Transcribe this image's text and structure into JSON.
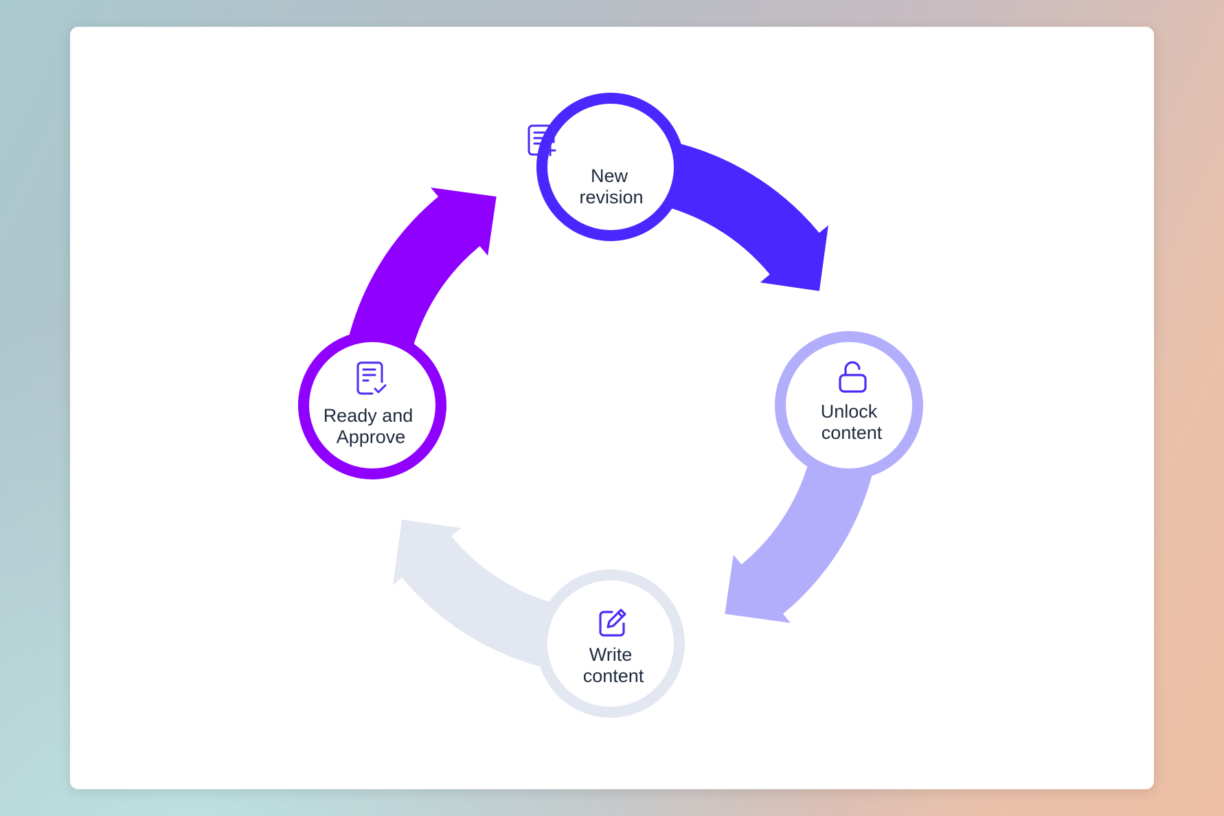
{
  "diagram": {
    "type": "cycle",
    "steps": [
      {
        "id": "new_revision",
        "line1": "New",
        "line2": "revision",
        "icon": "document-plus-icon",
        "color": "#4a27ff"
      },
      {
        "id": "unlock_content",
        "line1": "Unlock",
        "line2": "content",
        "icon": "unlock-icon",
        "color": "#b3aefc"
      },
      {
        "id": "write_content",
        "line1": "Write",
        "line2": "content",
        "icon": "edit-icon",
        "color": "#e3e7f1"
      },
      {
        "id": "ready_and_approve",
        "line1": "Ready and",
        "line2": "Approve",
        "icon": "document-check-icon",
        "color": "#9000ff"
      }
    ],
    "icon_color": "#4b2cf5",
    "text_color": "#1e2a3b"
  }
}
